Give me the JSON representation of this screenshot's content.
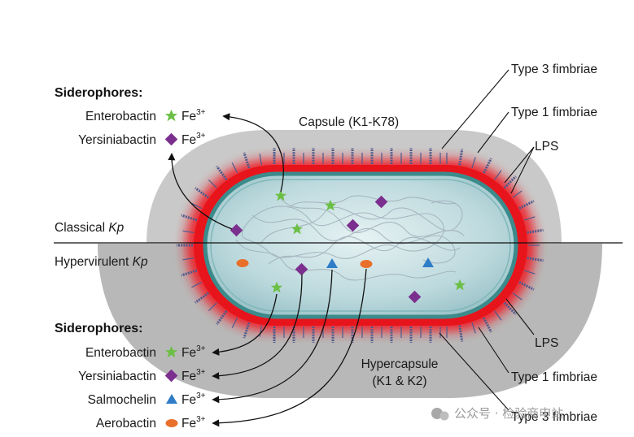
{
  "title": "",
  "sections": {
    "classical": {
      "label_prefix": "Classical ",
      "label_italic": "Kp",
      "siderophores_header": "Siderophores:",
      "siderophores": [
        {
          "name": "Enterobactin",
          "marker": "star-icon",
          "color": "#6cbf45",
          "ion": "Fe",
          "charge": "3+"
        },
        {
          "name": "Yersiniabactin",
          "marker": "diamond-icon",
          "color": "#7b2f8e",
          "ion": "Fe",
          "charge": "3+"
        }
      ],
      "capsule_label": "Capsule (K1-K78)",
      "right_labels": [
        "Type 3 fimbriae",
        "Type 1 fimbriae",
        "LPS"
      ]
    },
    "hypervirulent": {
      "label_prefix": "Hypervirulent ",
      "label_italic": "Kp",
      "siderophores_header": "Siderophores:",
      "siderophores": [
        {
          "name": "Enterobactin",
          "marker": "star-icon",
          "color": "#6cbf45",
          "ion": "Fe",
          "charge": "3+"
        },
        {
          "name": "Yersiniabactin",
          "marker": "diamond-icon",
          "color": "#7b2f8e",
          "ion": "Fe",
          "charge": "3+"
        },
        {
          "name": "Salmochelin",
          "marker": "triangle-icon",
          "color": "#2e7dc6",
          "ion": "Fe",
          "charge": "3+"
        },
        {
          "name": "Aerobactin",
          "marker": "ellipse-icon",
          "color": "#e8702a",
          "ion": "Fe",
          "charge": "3+"
        }
      ],
      "hypercapsule_label_line1": "Hypercapsule",
      "hypercapsule_label_line2": "(K1 & K2)",
      "right_labels": [
        "LPS",
        "Type 1 fimbriae",
        "Type 3 fimbriae"
      ]
    }
  },
  "watermark": "公众号 · 检验商申站",
  "colors": {
    "capsule": "#c9c9c9",
    "hypercapsule": "#b8b8b8",
    "membrane_red": "#ee1c25",
    "cell_interior": "#b9d8dc",
    "cell_border": "#3c8b8c",
    "fimbria": "#4d5a8c",
    "star": "#6cbf45",
    "diamond": "#7b2f8e",
    "triangle": "#2e7dc6",
    "ellipse": "#e8702a"
  }
}
